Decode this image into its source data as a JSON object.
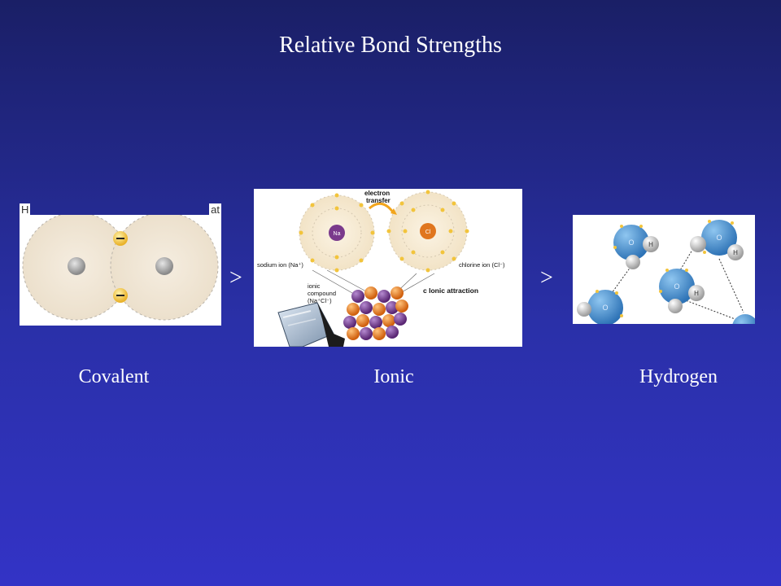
{
  "slide": {
    "title": "Relative Bond Strengths",
    "comparator_1": ">",
    "comparator_2": ">"
  },
  "captions": {
    "covalent": "Covalent",
    "ionic": "Ionic",
    "hydrogen": "Hydrogen"
  },
  "ionic_figure": {
    "electron_transfer_line1": "electron",
    "electron_transfer_line2": "transfer",
    "na_label": "Na",
    "cl_label": "Cl",
    "sodium_ion": "sodium ion (Na⁺)",
    "chlorine_ion": "chlorine ion (Cl⁻)",
    "compound_line1": "ionic",
    "compound_line2": "compound",
    "compound_line3": "(Na⁺Cl⁻)",
    "attraction": "c Ionic attraction"
  },
  "covalent_figure": {
    "left_fragment": "H",
    "right_fragment": "at"
  },
  "hydrogen_figure": {
    "oxygen": "O",
    "hydrogen": "H"
  },
  "colors": {
    "background_top": "#1a1f66",
    "background_bottom": "#3333c6",
    "sodium": "#7a3a8c",
    "chlorine": "#e0761e",
    "water_oxygen": "#3d86c6",
    "electron": "#f2c43c"
  }
}
